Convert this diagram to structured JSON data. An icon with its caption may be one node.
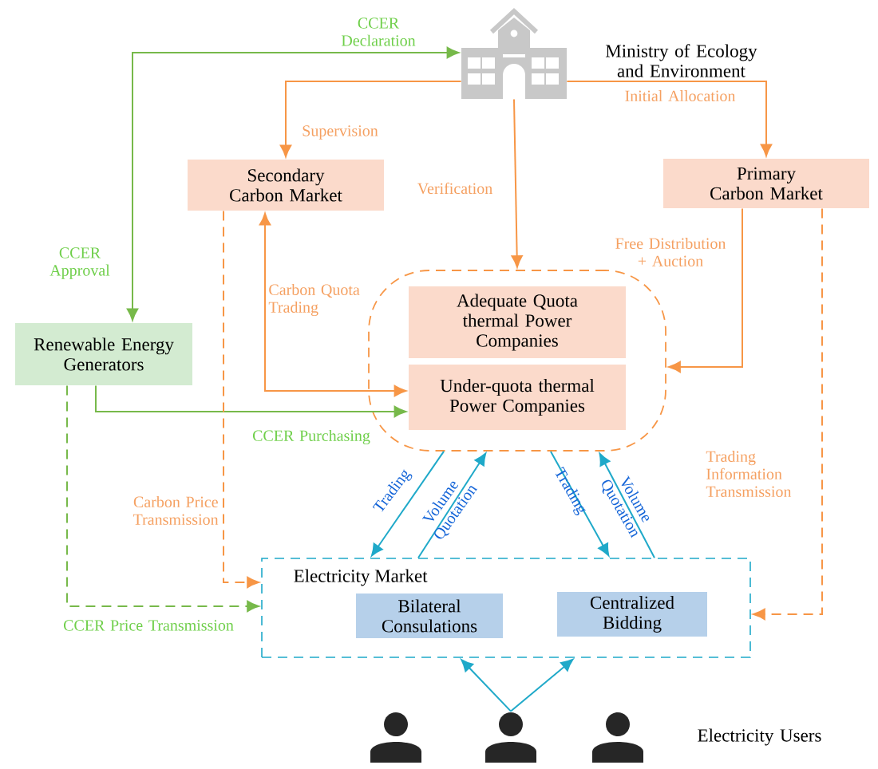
{
  "diagram": {
    "nodes": [
      {
        "text": [],
        "shape": "building",
        "beside": [
          "Ministry of Ecology and Environment"
        ]
      },
      {
        "text": [
          "Secondary Carbon Market"
        ]
      },
      {
        "text": [
          "Primary Carbon Market"
        ]
      },
      {
        "text": [
          "Renewable Energy Generators"
        ]
      },
      {
        "text": [],
        "shape": "oval"
      },
      {
        "text": [
          "Adequate Quota thermal Power Companies"
        ],
        "in": 4
      },
      {
        "text": [
          "Under-quota thermal Power Companies"
        ],
        "in": 4
      },
      {
        "text": [
          "Electricity Market"
        ]
      },
      {
        "text": [
          "Bilateral Consulations"
        ],
        "in": 7
      },
      {
        "text": [
          "Centralized Bidding"
        ],
        "in": 7
      },
      {
        "text": [],
        "shape": "person"
      },
      {
        "text": [],
        "shape": "person"
      },
      {
        "text": [],
        "shape": "person",
        "beside": [
          "Electricity Users"
        ]
      }
    ],
    "edges": [
      {
        "from": 3,
        "to": 0,
        "arrow": "both",
        "label": "CCER Declaration",
        "color": "#77b94a"
      },
      {
        "from": 0,
        "to": 1,
        "arrow": "to",
        "label": "Supervision"
      },
      {
        "from": 0,
        "to": 2,
        "arrow": "to",
        "label": "Initial Allocation"
      },
      {
        "from": 0,
        "to": 4,
        "arrow": "to",
        "label": "Verification"
      },
      {
        "from": 2,
        "to": 4,
        "arrow": "to",
        "label": "Free Distribution + Auction"
      },
      {
        "from": 1,
        "to": 6,
        "arrow": "both",
        "label": "Carbon Quota Trading"
      },
      {
        "from": 3,
        "to": 6,
        "arrow": "to",
        "label": "CCER  Purchasing",
        "color": "#77b94a"
      },
      {
        "from": 1,
        "to": 7,
        "arrow": "to",
        "label": "Carbon Price Transmission",
        "style": "dashed"
      },
      {
        "from": 3,
        "to": 7,
        "arrow": "to",
        "label": "CCER Price Transmission",
        "style": "dashed",
        "color": "#77b94a"
      },
      {
        "from": 2,
        "to": 7,
        "arrow": "to",
        "label": "Trading Information Transmission",
        "style": "dashed"
      },
      {
        "from": 4,
        "to": 7,
        "arrow": "to",
        "label": "Trading",
        "color": "#1fa9c9"
      },
      {
        "from": 7,
        "to": 4,
        "arrow": "to",
        "label": "Volume Quotation",
        "color": "#1fa9c9"
      },
      {
        "from": 4,
        "to": 7,
        "arrow": "to",
        "label": "Trading",
        "color": "#1fa9c9"
      },
      {
        "from": 7,
        "to": 4,
        "arrow": "to",
        "label": "Volume Quotation",
        "color": "#1fa9c9"
      },
      {
        "from": 11,
        "to": 7,
        "arrow": "to",
        "color": "#1fa9c9"
      },
      {
        "from": 11,
        "to": 7,
        "arrow": "to",
        "color": "#1fa9c9"
      }
    ],
    "labels": [
      "CCER Approval"
    ]
  }
}
